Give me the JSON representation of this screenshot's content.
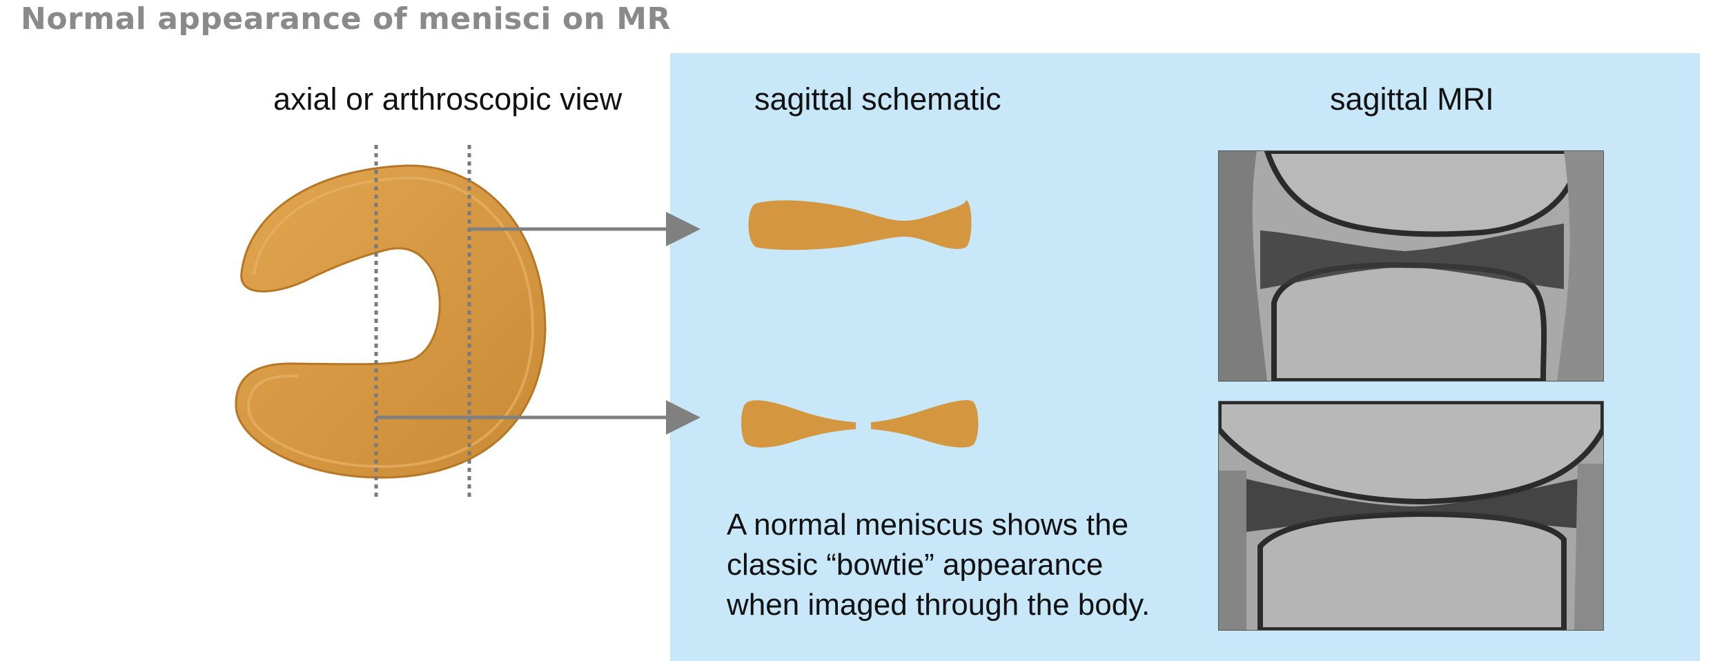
{
  "title": "Normal appearance of menisci on MR",
  "labels": {
    "axial": "axial or arthroscopic view",
    "schematic": "sagittal schematic",
    "mri": "sagittal MRI"
  },
  "caption": [
    "A normal meniscus shows the",
    "classic “bowtie” appearance",
    "when imaged through the body."
  ],
  "colors": {
    "meniscus": "#d4963f",
    "meniscus_outline": "#b77624",
    "panel_background": "#c8e7f8",
    "title": "#8a8a8a",
    "arrow": "#808080"
  },
  "images": {
    "mri_top": "sagittal MRI knee slice (upper)",
    "mri_bottom": "sagittal MRI knee slice (lower)"
  }
}
